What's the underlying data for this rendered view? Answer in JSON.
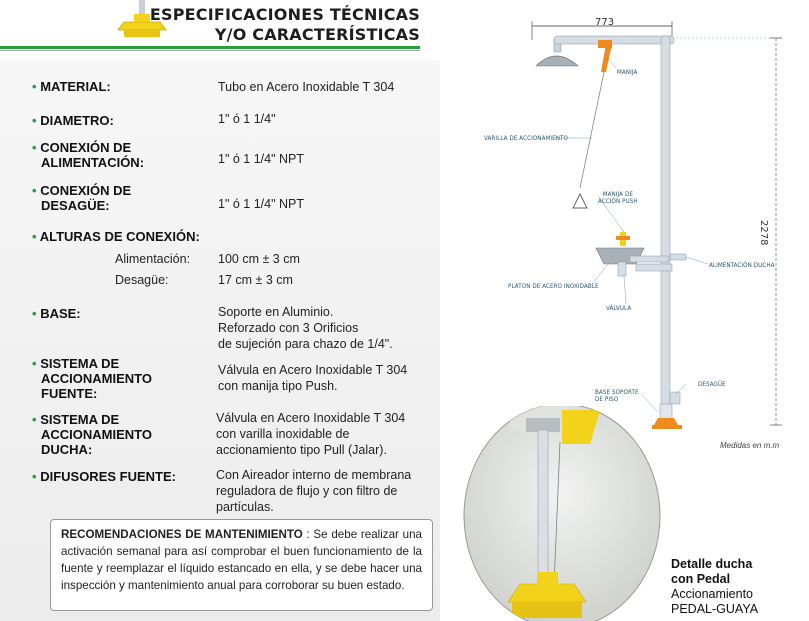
{
  "title": {
    "line1": "ESPECIFICACIONES TÉCNICAS",
    "line2": "Y/O CARACTERÍSTICAS"
  },
  "specs": {
    "material": {
      "label": "MATERIAL:",
      "value": "Tubo en Acero Inoxidable  T 304"
    },
    "diametro": {
      "label": "DIAMETRO:",
      "value": "1\" ó 1 1/4\""
    },
    "conexion_alimentacion": {
      "label1": "CONEXIÓN DE",
      "label2": "ALIMENTACIÓN:",
      "value": "1\" ó 1 1/4\" NPT"
    },
    "conexion_desague": {
      "label1": "CONEXIÓN DE",
      "label2": "DESAGÜE:",
      "value": "1\" ó 1 1/4\" NPT"
    },
    "alturas": {
      "label": "ALTURAS DE CONEXIÓN:",
      "alimentacion_label": "Alimentación:",
      "alimentacion_value": "100 cm  ±  3 cm",
      "desague_label": "Desagüe:",
      "desague_value": "17 cm  ±  3 cm"
    },
    "base": {
      "label": "BASE:",
      "line1": "Soporte en Aluminio.",
      "line2": "Reforzado con 3 Orificios",
      "line3": "de sujeción para chazo de 1/4\"."
    },
    "accionamiento_fuente": {
      "label1": "SISTEMA DE",
      "label2": "ACCIONAMIENTO",
      "label3": "FUENTE:",
      "line1": "Válvula en Acero Inoxidable T 304",
      "line2": "con manija tipo Push."
    },
    "accionamiento_ducha": {
      "label1": "SISTEMA DE",
      "label2": "ACCIONAMIENTO",
      "label3": "DUCHA:",
      "line1": "Válvula en Acero Inoxidable T 304",
      "line2": "con varilla inoxidable de",
      "line3": "accionamiento tipo Pull (Jalar)."
    },
    "difusores": {
      "label": "DIFUSORES FUENTE:",
      "line1": "Con Aireador interno de membrana",
      "line2": "reguladora de flujo y con filtro de",
      "line3": "partículas."
    }
  },
  "maintenance": {
    "heading": "RECOMENDACIONES DE MANTENIMIENTO",
    "text": " : Se debe realizar una activación semanal para así comprobar el buen funcionamiento de la fuente y reemplazar el líquido estancado en ella, y se debe hacer una inspección y mantenimiento anual para corroborar su buen estado."
  },
  "diagram": {
    "width_dim": "773",
    "height_dim": "2278",
    "callouts": {
      "manija": "MANIJA",
      "varilla": "VARILLA DE ACCIONAMIENTO",
      "manija_push_1": "MANIJA DE",
      "manija_push_2": "ACCIÓN PUSH",
      "alimentacion": "ALIMENTACIÓN DUCHA",
      "platon": "PLATON DE ACERO INOXIDABLE",
      "valvula": "VÁLVULA",
      "base_1": "BASE SOPORTE",
      "base_2": "DE PISO",
      "desague": "DESAGÜE"
    },
    "units_note": "Medidas en m.m"
  },
  "detail_caption": {
    "line1": "Detalle ducha",
    "line2": "con Pedal",
    "line3": "Accionamiento",
    "line4": "PEDAL-GUAYA"
  },
  "colors": {
    "accent_green": "#2f9c3a",
    "pipe": "#c9d3dc",
    "handle_orange": "#f08a1c",
    "pedal_yellow": "#f3d21a"
  }
}
